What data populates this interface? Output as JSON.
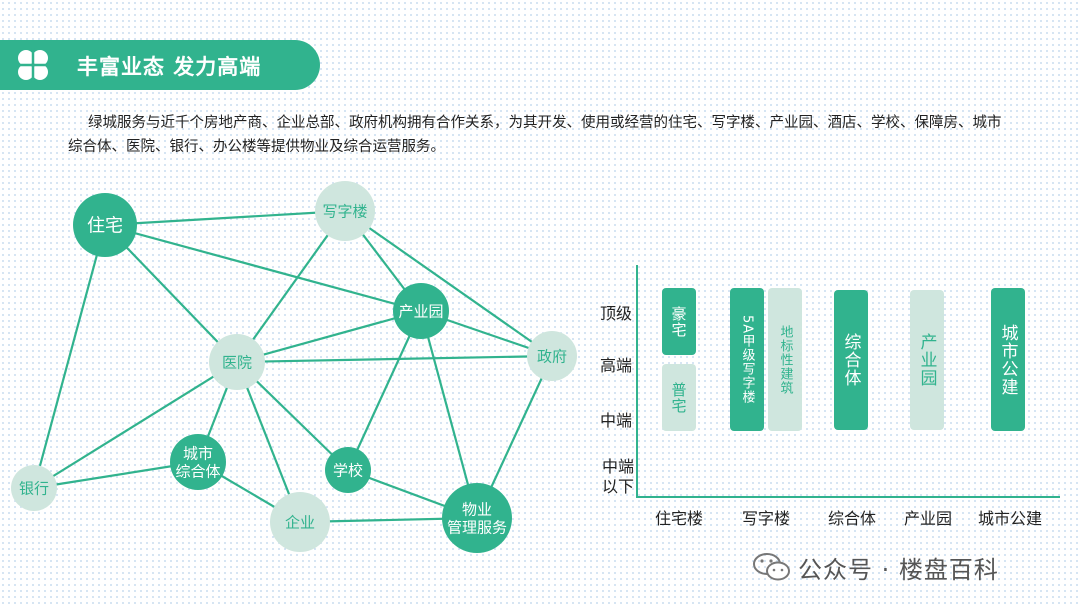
{
  "header": {
    "title": "丰富业态  发力高端",
    "icon": "clover-icon"
  },
  "intro": "绿城服务与近千个房地产商、企业总部、政府机构拥有合作关系，为其开发、使用或经营的住宅、写字楼、产业园、酒店、学校、保障房、城市综合体、医院、银行、办公楼等提供物业及综合运营服务。",
  "network": {
    "nodes": [
      {
        "id": "zhuzhai",
        "label": "住宅",
        "style": "dark"
      },
      {
        "id": "xiezilou",
        "label": "写字楼",
        "style": "light"
      },
      {
        "id": "chanyeyuan",
        "label": "产业园",
        "style": "dark"
      },
      {
        "id": "zhengfu",
        "label": "政府",
        "style": "light"
      },
      {
        "id": "yiyuan",
        "label": "医院",
        "style": "light"
      },
      {
        "id": "chengshi",
        "label": "城市\n综合体",
        "style": "dark"
      },
      {
        "id": "xuexiao",
        "label": "学校",
        "style": "dark"
      },
      {
        "id": "yinhang",
        "label": "银行",
        "style": "light"
      },
      {
        "id": "qiye",
        "label": "企业",
        "style": "light"
      },
      {
        "id": "wuye",
        "label": "物业\n管理服务",
        "style": "dark"
      }
    ],
    "edges": [
      [
        "zhuzhai",
        "xiezilou"
      ],
      [
        "zhuzhai",
        "chanyeyuan"
      ],
      [
        "zhuzhai",
        "yiyuan"
      ],
      [
        "zhuzhai",
        "yinhang"
      ],
      [
        "xiezilou",
        "yiyuan"
      ],
      [
        "xiezilou",
        "chanyeyuan"
      ],
      [
        "xiezilou",
        "zhengfu"
      ],
      [
        "chanyeyuan",
        "yiyuan"
      ],
      [
        "chanyeyuan",
        "zhengfu"
      ],
      [
        "chanyeyuan",
        "xuexiao"
      ],
      [
        "chanyeyuan",
        "wuye"
      ],
      [
        "yiyuan",
        "zhengfu"
      ],
      [
        "yiyuan",
        "yinhang"
      ],
      [
        "yiyuan",
        "chengshi"
      ],
      [
        "yiyuan",
        "qiye"
      ],
      [
        "yiyuan",
        "xuexiao"
      ],
      [
        "zhengfu",
        "wuye"
      ],
      [
        "yinhang",
        "chengshi"
      ],
      [
        "chengshi",
        "qiye"
      ],
      [
        "xuexiao",
        "wuye"
      ],
      [
        "qiye",
        "wuye"
      ]
    ]
  },
  "positioning": {
    "y_labels": [
      "顶级",
      "高端",
      "中端",
      "中端以下"
    ],
    "x_labels": [
      "住宅楼",
      "写字楼",
      "综合体",
      "产业园",
      "城市公建"
    ],
    "bars": [
      {
        "label": "豪宅",
        "category": "住宅楼",
        "from": "高端",
        "to": "顶级",
        "style": "dark"
      },
      {
        "label": "普宅",
        "category": "住宅楼",
        "from": "中端",
        "to": "高端",
        "style": "light"
      },
      {
        "label": "5A甲级写字楼",
        "category": "写字楼",
        "from": "中端",
        "to": "顶级",
        "style": "dark"
      },
      {
        "label": "地标性建筑",
        "category": "写字楼",
        "from": "中端",
        "to": "顶级",
        "style": "light"
      },
      {
        "label": "综合体",
        "category": "综合体",
        "from": "中端",
        "to": "顶级",
        "style": "dark"
      },
      {
        "label": "产业园",
        "category": "产业园",
        "from": "中端",
        "to": "顶级",
        "style": "light"
      },
      {
        "label": "城市公建",
        "category": "城市公建",
        "from": "中端",
        "to": "顶级",
        "style": "dark"
      }
    ]
  },
  "watermark": "公众号 · 楼盘百科",
  "colors": {
    "accent": "#31b38e",
    "light": "#cfe6de"
  }
}
